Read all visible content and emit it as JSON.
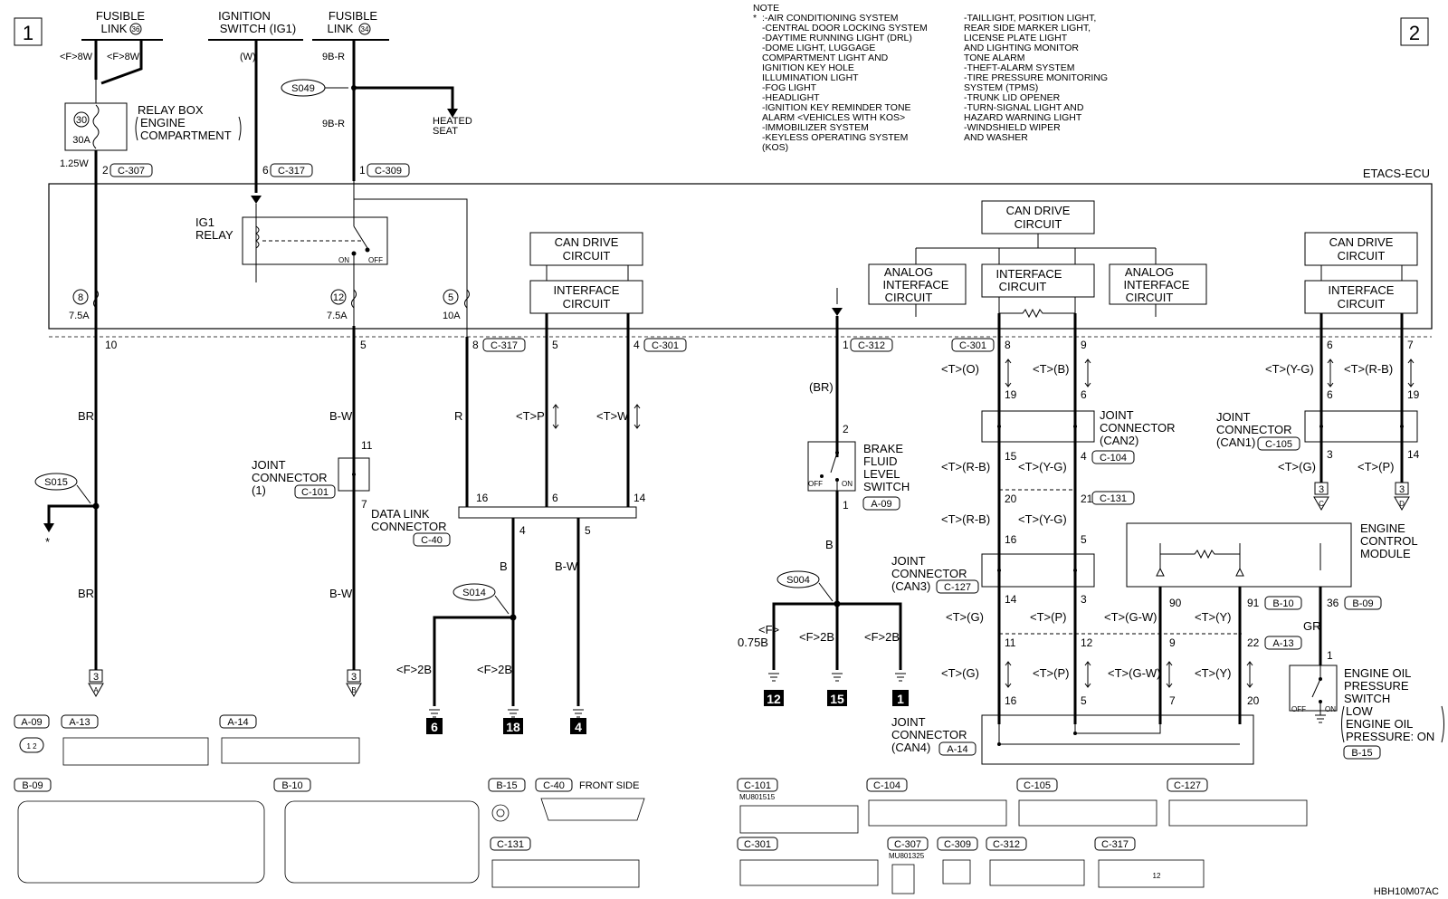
{
  "sheet": {
    "page_left": "1",
    "page_right": "2",
    "ecu_label": "ETACS-ECU",
    "drawing_code": "HBH10M07AC"
  },
  "supplies": {
    "fusible36": {
      "line1": "FUSIBLE",
      "line2": "LINK",
      "num": "36"
    },
    "ignition": {
      "line1": "IGNITION",
      "line2": "SWITCH (IG1)"
    },
    "fusible34": {
      "line1": "FUSIBLE",
      "line2": "LINK",
      "num": "34"
    },
    "f8w_a": "<F>8W",
    "f8w_b": "<F>8W",
    "w_label": "(W)",
    "b9r_top": "9B-R",
    "b9r_mid": "9B-R",
    "s049": "S049",
    "heated_seat_1": "HEATED",
    "heated_seat_2": "SEAT"
  },
  "relay_box": {
    "fuse_num": "30",
    "fuse_amp": "30A",
    "l1": "RELAY BOX",
    "l2": "ENGINE",
    "l3": "COMPARTMENT",
    "wire": "1.25W"
  },
  "connectors_top": {
    "p2": "2",
    "c307": "C-307",
    "p6": "6",
    "c317": "C-317",
    "p1": "1",
    "c309": "C-309"
  },
  "ig1_relay": {
    "l1": "IG1",
    "l2": "RELAY",
    "on": "ON",
    "off": "OFF"
  },
  "fuses": {
    "f8": "8",
    "f8_amp": "7.5A",
    "f12": "12",
    "f12_amp": "7.5A",
    "f5": "5",
    "f5_amp": "10A"
  },
  "can_blocks": {
    "can_drive": "CAN DRIVE",
    "circuit": "CIRCUIT",
    "interface": "INTERFACE",
    "analog": "ANALOG"
  },
  "pins_ecu": {
    "p10": "10",
    "p5a": "5",
    "p8": "8",
    "c317": "C-317",
    "p5b": "5",
    "p4": "4",
    "c301a": "C-301",
    "p1": "1",
    "c312": "C-312",
    "c301b": "C-301",
    "p8b": "8",
    "p9": "9",
    "p6": "6",
    "p7": "7"
  },
  "wires": {
    "br": "BR",
    "br2": "BR",
    "bw": "B-W",
    "bw2": "B-W",
    "r": "R",
    "tp": "<T>P",
    "tw": "<T>W",
    "br_paren": "(BR)",
    "b": "B",
    "b2": "B",
    "bw3": "B-W",
    "t_o": "<T>(O)",
    "t_b": "<T>(B)",
    "t_yg": "<T>(Y-G)",
    "t_rb": "<T>(R-B)",
    "t_rb2": "<T>(R-B)",
    "t_yg2": "<T>(Y-G)",
    "t_rb3": "<T>(R-B)",
    "t_yg3": "<T>(Y-G)",
    "t_g": "<T>(G)",
    "t_p": "<T>(P)",
    "t_g2": "<T>(G)",
    "t_p2": "<T>(P)",
    "t_gw": "<T>(G-W)",
    "t_y": "<T>(Y)",
    "t_g3": "<T>(G)",
    "t_p3": "<T>(P)",
    "t_gw2": "<T>(G-W)",
    "t_y2": "<T>(Y)",
    "f2b_a": "<F>2B",
    "f2b_b": "<F>2B",
    "f075": "<F>",
    "f075b": "0.75B",
    "f2b_c": "<F>2B",
    "f2b_d": "<F>2B",
    "gr": "GR"
  },
  "splices": {
    "s015": "S015",
    "s014": "S014",
    "s004": "S004"
  },
  "joint1": {
    "l1": "JOINT",
    "l2": "CONNECTOR",
    "l3": "(1)",
    "conn": "C-101",
    "p11": "11",
    "p7": "7"
  },
  "dlc": {
    "l1": "DATA LINK",
    "l2": "CONNECTOR",
    "conn": "C-40",
    "p16": "16",
    "p6": "6",
    "p14": "14",
    "p4": "4",
    "p5": "5"
  },
  "brake": {
    "l1": "BRAKE",
    "l2": "FLUID",
    "l3": "LEVEL",
    "l4": "SWITCH",
    "conn": "A-09",
    "p2": "2",
    "p1": "1",
    "off": "OFF",
    "on": "ON"
  },
  "can2": {
    "l1": "JOINT",
    "l2": "CONNECTOR",
    "l3": "(CAN2)",
    "conn": "C-104",
    "p19": "19",
    "p6": "6",
    "p15": "15",
    "p4": "4"
  },
  "c131": {
    "conn": "C-131",
    "p20": "20",
    "p21": "21",
    "p16": "16",
    "p5": "5"
  },
  "can1": {
    "l1": "JOINT",
    "l2": "CONNECTOR",
    "l3": "(CAN1)",
    "conn": "C-105",
    "p6": "6",
    "p19": "19",
    "p3": "3",
    "p14": "14"
  },
  "can3": {
    "l1": "JOINT",
    "l2": "CONNECTOR",
    "l3": "(CAN3)",
    "conn": "C-127",
    "p14": "14",
    "p3": "3"
  },
  "ecm": {
    "l1": "ENGINE",
    "l2": "CONTROL",
    "l3": "MODULE",
    "p90": "90",
    "p91": "91",
    "b10": "B-10",
    "p36": "36",
    "b09": "B-09",
    "p22": "22",
    "a13": "A-13",
    "p9": "9",
    "p11": "11",
    "p12": "12"
  },
  "oil": {
    "l1": "ENGINE OIL",
    "l2": "PRESSURE",
    "l3": "SWITCH",
    "l4": "LOW",
    "l5": "ENGINE OIL",
    "l6": "PRESSURE: ON",
    "conn": "B-15",
    "p1": "1",
    "off": "OFF",
    "on": "ON"
  },
  "can4": {
    "l1": "JOINT",
    "l2": "CONNECTOR",
    "l3": "(CAN4)",
    "conn": "A-14",
    "p16": "16",
    "p5": "5",
    "p7": "7",
    "p20": "20"
  },
  "refs": {
    "r3a": "3",
    "ra": "A",
    "r3b": "3",
    "rb": "B",
    "r3c": "3",
    "rc": "C",
    "r3d": "3",
    "rd": "D",
    "star": "*"
  },
  "grounds": {
    "g6": "6",
    "g18": "18",
    "g4": "4",
    "g12": "12",
    "g15": "15",
    "g1": "1"
  },
  "note": {
    "title": "NOTE",
    "star": "*",
    "col1": [
      ":-AIR CONDITIONING SYSTEM",
      "-CENTRAL DOOR LOCKING SYSTEM",
      "-DAYTIME RUNNING LIGHT (DRL)",
      "-DOME LIGHT, LUGGAGE",
      "COMPARTMENT LIGHT AND",
      "IGNITION KEY HOLE",
      "ILLUMINATION LIGHT",
      "-FOG LIGHT",
      "-HEADLIGHT",
      "-IGNITION KEY REMINDER TONE",
      "ALARM <VEHICLES WITH KOS>",
      "-IMMOBILIZER SYSTEM",
      "-KEYLESS OPERATING SYSTEM",
      "(KOS)"
    ],
    "col2": [
      "-TAILLIGHT, POSITION LIGHT,",
      "REAR SIDE MARKER LIGHT,",
      "LICENSE PLATE LIGHT",
      "AND LIGHTING MONITOR",
      "TONE ALARM",
      "-THEFT-ALARM SYSTEM",
      "-TIRE PRESSURE MONITORING",
      "SYSTEM (TPMS)",
      "-TRUNK LID OPENER",
      "-TURN-SIGNAL LIGHT AND",
      "HAZARD WARNING LIGHT",
      "-WINDSHIELD WIPER",
      "AND WASHER"
    ]
  },
  "connector_views": {
    "a09": "A-09",
    "a09_pins": "1 2",
    "a13": "A-13",
    "a14": "A-14",
    "b09": "B-09",
    "b10": "B-10",
    "b15": "B-15",
    "c40": "C-40",
    "c40_side": "FRONT SIDE",
    "c131": "C-131",
    "c101": "C-101",
    "c101_part": "MU801515",
    "c104": "C-104",
    "c105": "C-105",
    "c127": "C-127",
    "c301": "C-301",
    "c307": "C-307",
    "c307_part": "MU801325",
    "c309": "C-309",
    "c312": "C-312",
    "c317": "C-317",
    "c317_mid": "12"
  }
}
